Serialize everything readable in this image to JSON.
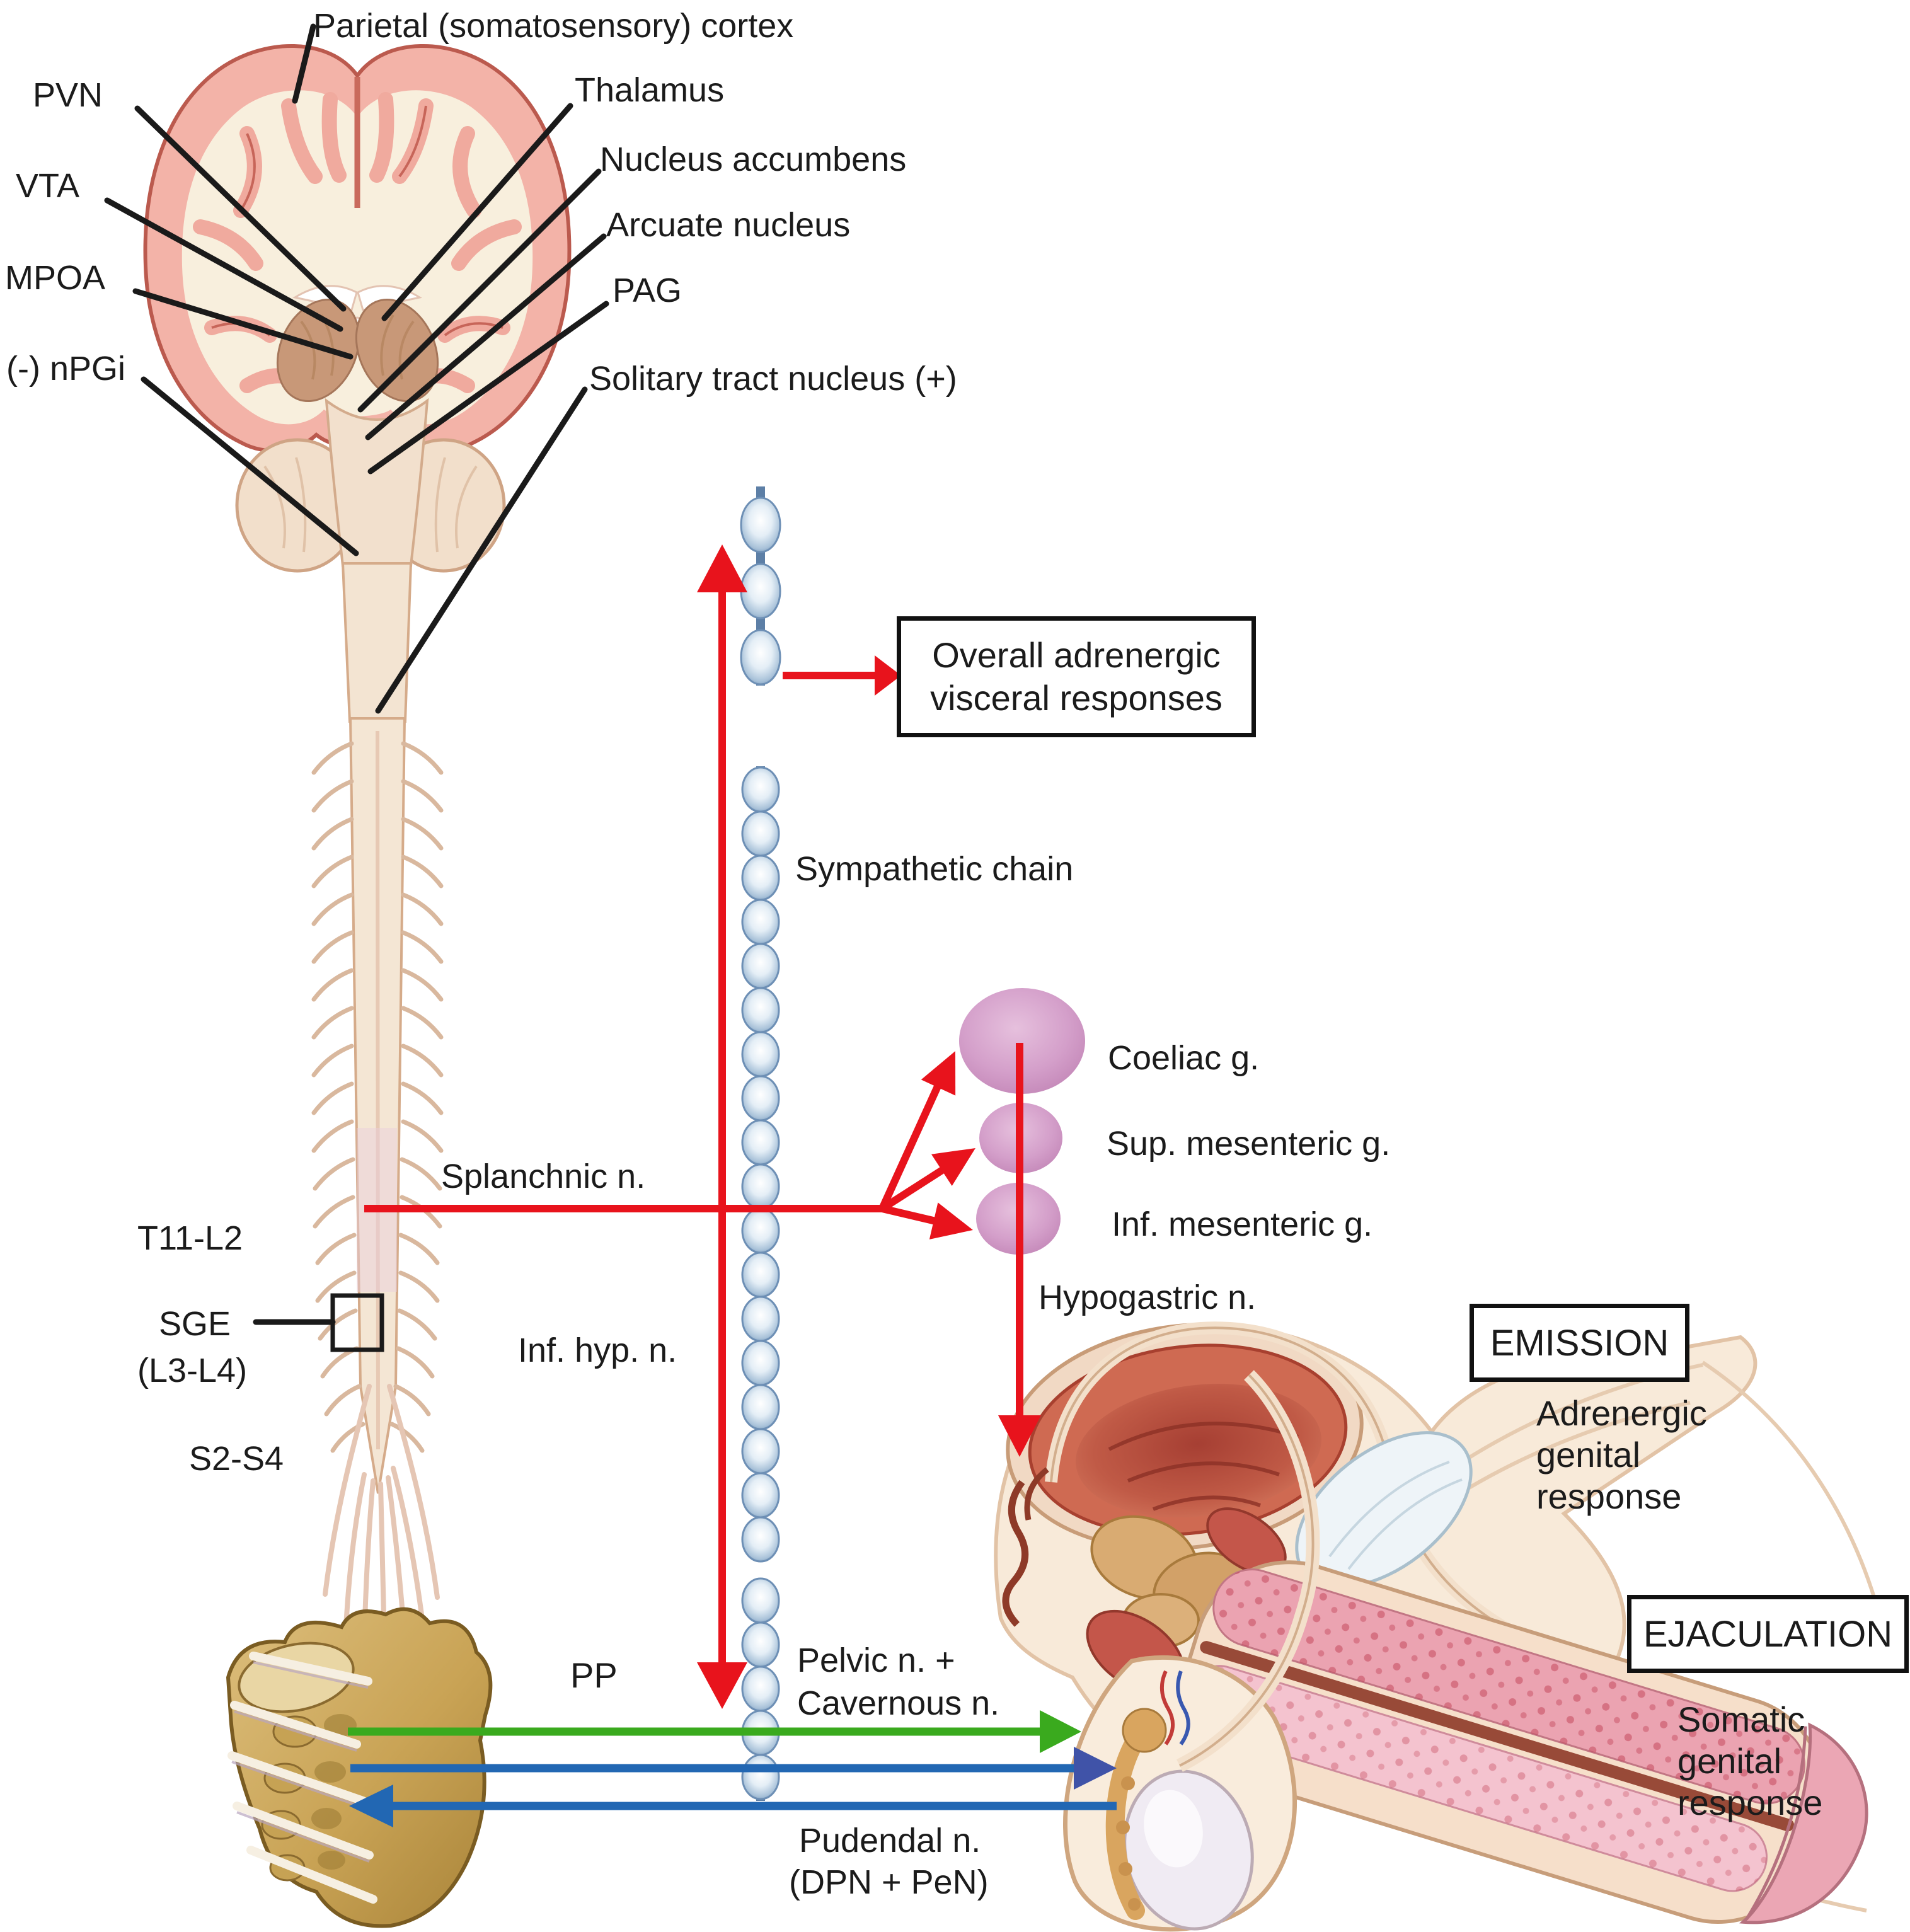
{
  "brain_labels": {
    "parietal_cortex": "Parietal (somatosensory) cortex",
    "pvn": "PVN",
    "vta": "VTA",
    "mpoa": "MPOA",
    "npgi": "(-) nPGi",
    "thalamus": "Thalamus",
    "nucleus_accumbens": "Nucleus accumbens",
    "arcuate_nucleus": "Arcuate nucleus",
    "pag": "PAG",
    "solitary_tract": "Solitary tract nucleus (+)"
  },
  "spinal_labels": {
    "t11_l2": "T11-L2",
    "sge": "SGE",
    "sge_level": "(L3-L4)",
    "s2_s4": "S2-S4"
  },
  "pathway_labels": {
    "overall_box_line1": "Overall adrenergic",
    "overall_box_line2": "visceral responses",
    "sympathetic_chain": "Sympathetic chain",
    "splanchnic": "Splanchnic n.",
    "inf_hyp": "Inf. hyp. n.",
    "coeliac": "Coeliac g.",
    "sup_mesenteric": "Sup. mesenteric g.",
    "inf_mesenteric": "Inf. mesenteric g.",
    "hypogastric": "Hypogastric n.",
    "pp": "PP",
    "pelvic_line1": "Pelvic n. +",
    "pelvic_line2": "Cavernous n.",
    "pudendal_line1": "Pudendal n.",
    "pudendal_line2": "(DPN + PeN)"
  },
  "outcomes": {
    "emission_title": "EMISSION",
    "emission_sub1": "Adrenergic",
    "emission_sub2": "genital",
    "emission_sub3": "response",
    "ejaculation_title": "EJACULATION",
    "ejaculation_sub1": "Somatic",
    "ejaculation_sub2": "genital",
    "ejaculation_sub3": "response"
  },
  "colors": {
    "pathway_red": "#e8131c",
    "pathway_green": "#3aaa1e",
    "pathway_blue": "#2267b3",
    "pathway_blue_head": "#4053a8",
    "ganglion_pink": "#d49fca",
    "chain_bead_blue": "#9db9d4",
    "bone_tan": "#c9a355",
    "cortex_pink": "#f3b3a8",
    "label_black": "#1b1b1b"
  }
}
